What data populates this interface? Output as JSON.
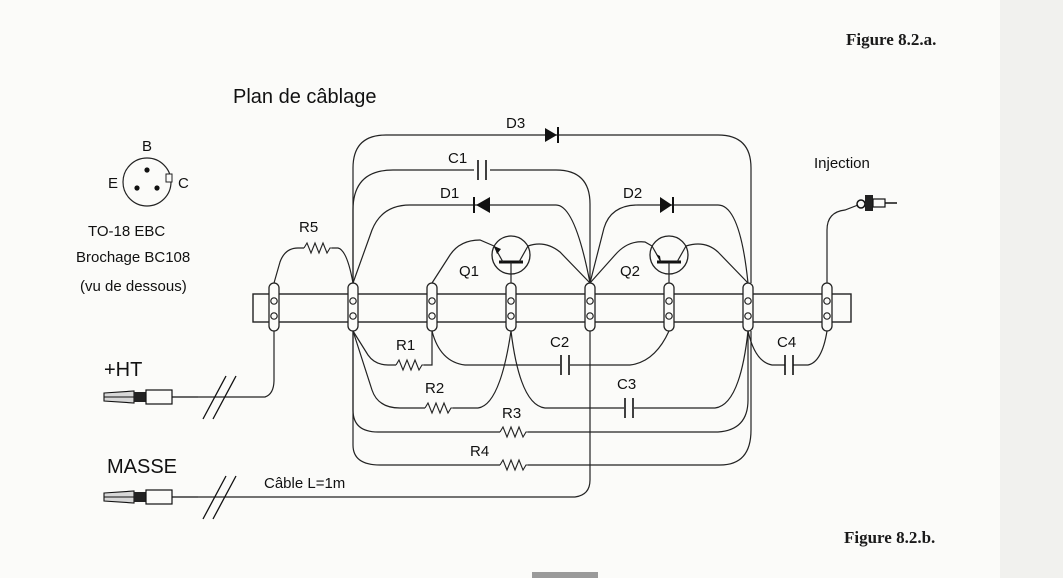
{
  "figure_top": "Figure 8.2.a.",
  "figure_bottom": "Figure 8.2.b.",
  "title": "Plan de câblage",
  "transistor": {
    "pin_b": "B",
    "pin_e": "E",
    "pin_c": "C",
    "package": "TO-18 EBC",
    "pinout": "Brochage BC108",
    "view": "(vu de dessous)"
  },
  "labels": {
    "ht": "+HT",
    "masse": "MASSE",
    "injection": "Injection",
    "cable": "Câble L=1m"
  },
  "components": {
    "r1": "R1",
    "r2": "R2",
    "r3": "R3",
    "r4": "R4",
    "r5": "R5",
    "c1": "C1",
    "c2": "C2",
    "c3": "C3",
    "c4": "C4",
    "d1": "D1",
    "d2": "D2",
    "d3": "D3",
    "q1": "Q1",
    "q2": "Q2"
  }
}
